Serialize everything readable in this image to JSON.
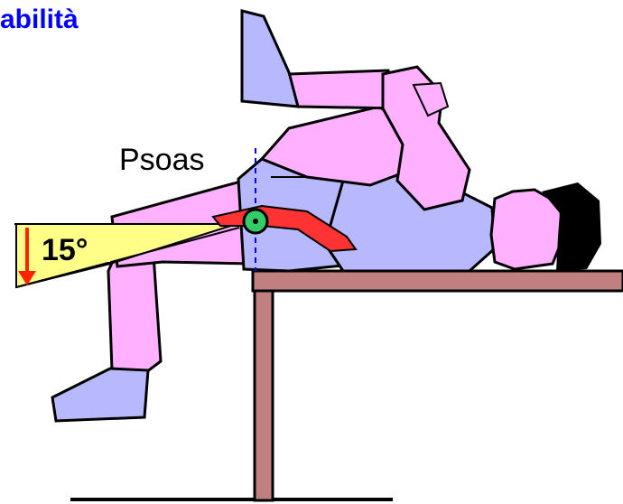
{
  "title": "abilità",
  "labels": {
    "muscle": "Psoas",
    "angle": "15°"
  },
  "angle_degrees": 15,
  "colors": {
    "title": "#0000ff",
    "skin": "#ffb0ff",
    "clothing": "#b8b8ff",
    "hair": "#000000",
    "table": "#c08080",
    "muscle": "#ff3333",
    "joint": "#33cc66",
    "angle_fill": "#ffff88",
    "arrow": "#ff2200",
    "axis_line": "#0000ff"
  }
}
